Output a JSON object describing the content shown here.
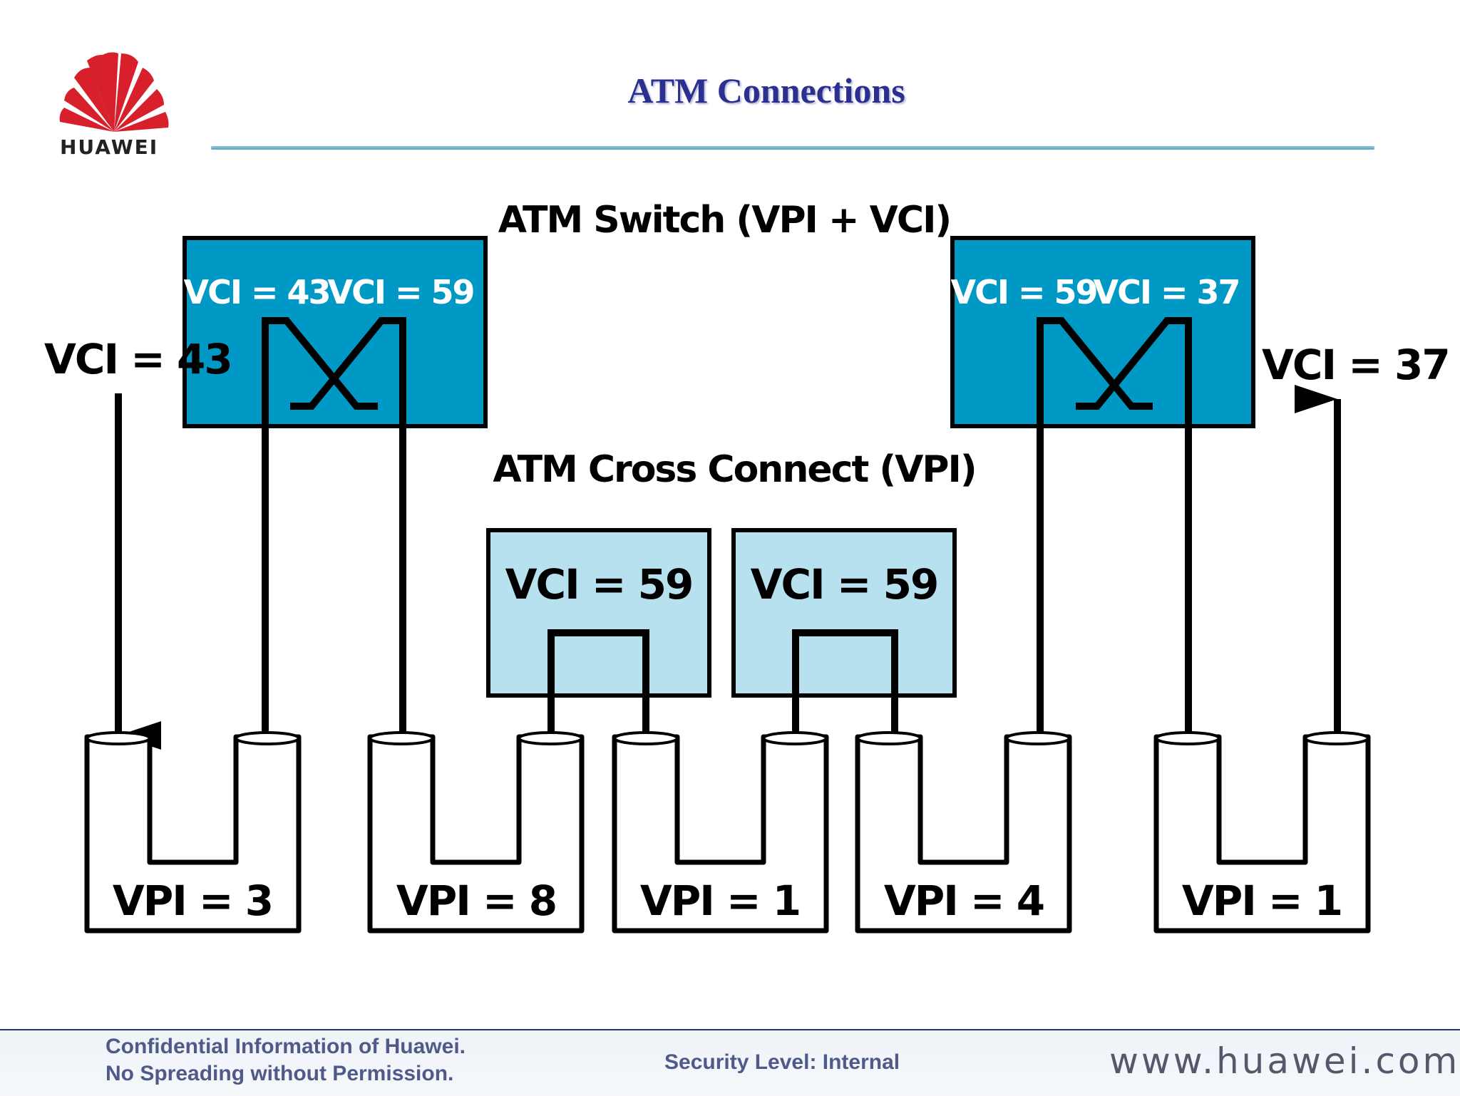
{
  "logo": {
    "text": "HUAWEI"
  },
  "title": "ATM Connections",
  "diagram": {
    "switch_heading": "ATM Switch (VPI + VCI)",
    "cross_connect_heading": "ATM Cross Connect (VPI)",
    "left_in_label": "VCI = 43",
    "right_out_label": "VCI = 37",
    "switch_left": {
      "in_label": "VCI = 43",
      "out_label": "VCI = 59"
    },
    "switch_right": {
      "in_label": "VCI = 59",
      "out_label": "VCI = 37"
    },
    "cross_connect_1": {
      "label": "VCI = 59"
    },
    "cross_connect_2": {
      "label": "VCI = 59"
    },
    "paths": [
      "VPI = 3",
      "VPI = 8",
      "VPI = 1",
      "VPI = 4",
      "VPI = 1"
    ],
    "colors": {
      "switch": "#0099c6",
      "cross_connect": "#b7e1ee",
      "line": "#000000"
    }
  },
  "footer": {
    "confidential_line1": "Confidential Information of Huawei.",
    "confidential_line2": "No Spreading without Permission.",
    "security": "Security Level: Internal",
    "url": "www.huawei.com"
  }
}
